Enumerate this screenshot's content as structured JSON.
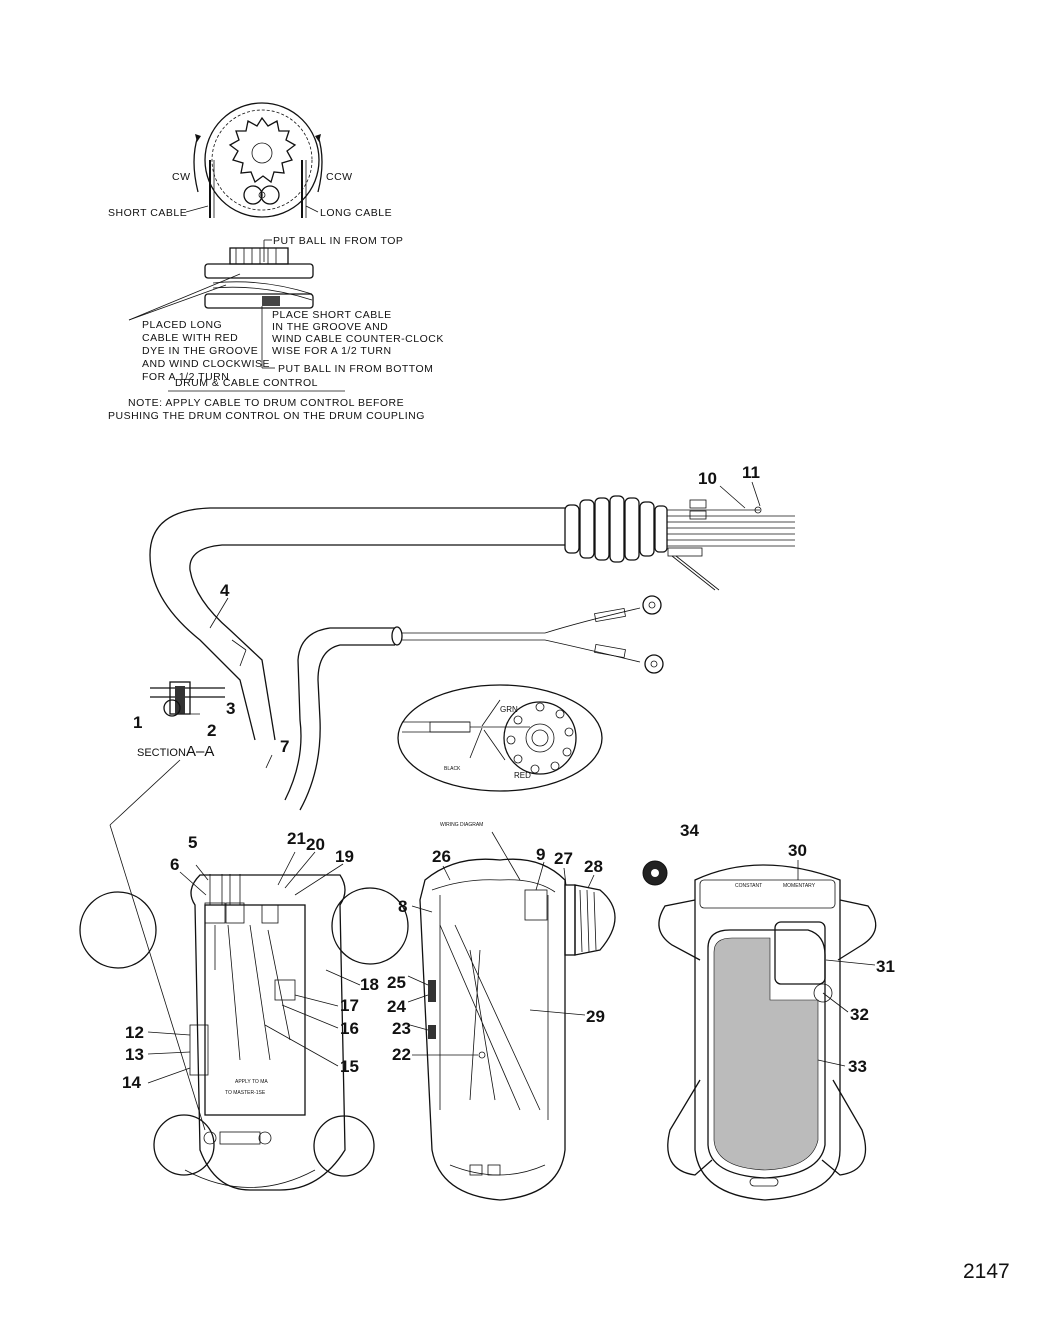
{
  "drum": {
    "cw": "CW",
    "ccw": "CCW",
    "short_cable": "SHORT CABLE",
    "long_cable": "LONG CABLE",
    "put_ball_top": "PUT BALL IN FROM TOP",
    "long_note": [
      "PLACED LONG",
      "CABLE WITH RED",
      "DYE IN THE GROOVE",
      "AND WIND CLOCKWISE",
      "FOR A 1/2 TURN"
    ],
    "short_note": [
      "PLACE SHORT CABLE",
      "IN  THE GROOVE AND",
      "WIND CABLE COUNTER-CLOCK",
      "WISE FOR A 1/2 TURN"
    ],
    "put_ball_bottom": "PUT BALL IN FROM BOTTOM",
    "title": "DRUM & CABLE CONTROL",
    "note": [
      "NOTE: APPLY CABLE TO DRUM CONTROL BEFORE",
      "PUSHING THE DRUM CONTROL ON THE DRUM COUPLING"
    ]
  },
  "section": {
    "label": "SECTION",
    "ref": "A–A"
  },
  "wiring": {
    "title": "WIRING DIAGRAM",
    "grn": "GRN",
    "black": "BLACK",
    "red": "RED"
  },
  "callouts": {
    "c1": "1",
    "c2": "2",
    "c3": "3",
    "c4": "4",
    "c5": "5",
    "c6": "6",
    "c7": "7",
    "c8": "8",
    "c9": "9",
    "c10": "10",
    "c11": "11",
    "c12": "12",
    "c13": "13",
    "c14": "14",
    "c15": "15",
    "c16": "16",
    "c17": "17",
    "c18": "18",
    "c19": "19",
    "c20": "20",
    "c21": "21",
    "c22": "22",
    "c23": "23",
    "c24": "24",
    "c25": "25",
    "c26": "26",
    "c27": "27",
    "c28": "28",
    "c29": "29",
    "c30": "30",
    "c31": "31",
    "c32": "32",
    "c33": "33",
    "c34": "34"
  },
  "figure_number": "2147"
}
